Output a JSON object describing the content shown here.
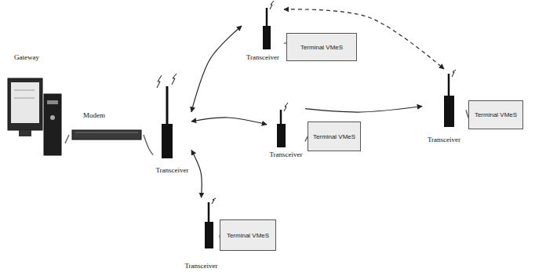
{
  "diagram": {
    "nodes": [
      {
        "text": [
          "Gateway"
        ]
      },
      {
        "text": [
          "Modem"
        ]
      },
      {
        "text": [
          "Transceiver"
        ]
      },
      {
        "text": [
          "Transceiver"
        ]
      },
      {
        "text": [
          "Terminal VMeS"
        ]
      },
      {
        "text": [
          "Transceiver"
        ]
      },
      {
        "text": [
          "Terminal VMeS"
        ]
      },
      {
        "text": [
          "Transceiver"
        ]
      },
      {
        "text": [
          "Terminal VMeS"
        ]
      },
      {
        "text": [
          "Transceiver"
        ]
      },
      {
        "text": [
          "Terminal VMeS"
        ]
      }
    ],
    "edges": [
      {
        "from": 0,
        "to": 1,
        "arrow": "none"
      },
      {
        "from": 1,
        "to": 2,
        "arrow": "none"
      },
      {
        "from": 2,
        "to": 3,
        "arrow": "both"
      },
      {
        "from": 2,
        "to": 5,
        "arrow": "both"
      },
      {
        "from": 2,
        "to": 9,
        "arrow": "both"
      },
      {
        "from": 5,
        "to": 7,
        "arrow": "to"
      },
      {
        "from": 3,
        "to": 7,
        "arrow": "both"
      },
      {
        "from": 3,
        "to": 4,
        "arrow": "none"
      },
      {
        "from": 5,
        "to": 6,
        "arrow": "none"
      },
      {
        "from": 7,
        "to": 8,
        "arrow": "none"
      },
      {
        "from": 9,
        "to": 10,
        "arrow": "none"
      }
    ]
  }
}
